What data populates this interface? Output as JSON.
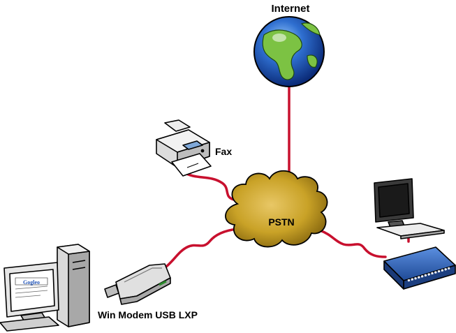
{
  "diagram": {
    "labels": {
      "internet": "Internet",
      "fax": "Fax",
      "pstn": "PSTN",
      "modem": "Win Modem USB LXP"
    },
    "screen_logo": "Gogleo"
  },
  "colors": {
    "wire": "#c8102e",
    "cloud_fill": "#c9a227",
    "cloud_dark": "#8a6a10",
    "ocean": "#2456b8",
    "land": "#7cc243",
    "device_gray": "#d9d9d9",
    "modem_blue": "#2b5fb0",
    "screen_blue": "#7fa8d8"
  }
}
